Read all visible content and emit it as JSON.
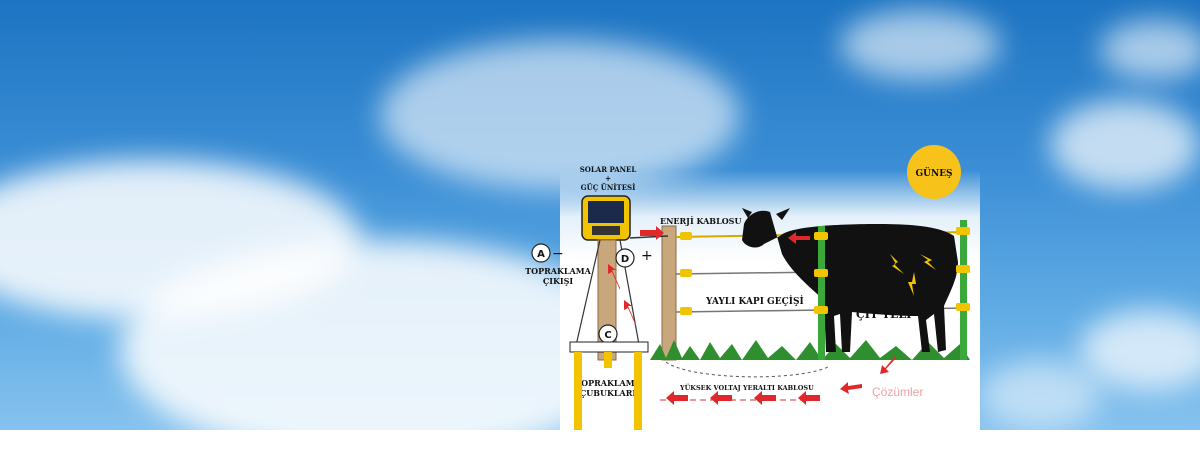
{
  "diagram": {
    "solar_panel_label": "SOLAR PANEL",
    "solar_plus": "+",
    "power_unit_label": "GÜÇ ÜNİTESİ",
    "energy_cable_label": "ENERJİ KABLOSU",
    "sun_label": "GÜNEŞ",
    "grounding_output_label_1": "TOPRAKLAMA",
    "grounding_output_label_2": "ÇIKIŞI",
    "grounding_rods_label_1": "TOPRAKLAMA",
    "grounding_rods_label_2": "ÇUBUKLARI",
    "spring_gate_label": "YAYLI KAPI GEÇİŞİ",
    "fence_wire_label": "ÇİT TELİ",
    "hv_cable_label": "YÜKSEK VOLTAJ YERALTI KABLOSU",
    "watermark": "Çözümler",
    "marker_a": "A",
    "marker_c": "C",
    "marker_d": "D",
    "minus_sign": "−",
    "plus_sign": "+"
  },
  "colors": {
    "sun": "#f7c21a",
    "arrow": "#e0282a",
    "insulator": "#f2c400",
    "post_green": "#3aa83a",
    "wooden_post": "#c9a77c"
  }
}
